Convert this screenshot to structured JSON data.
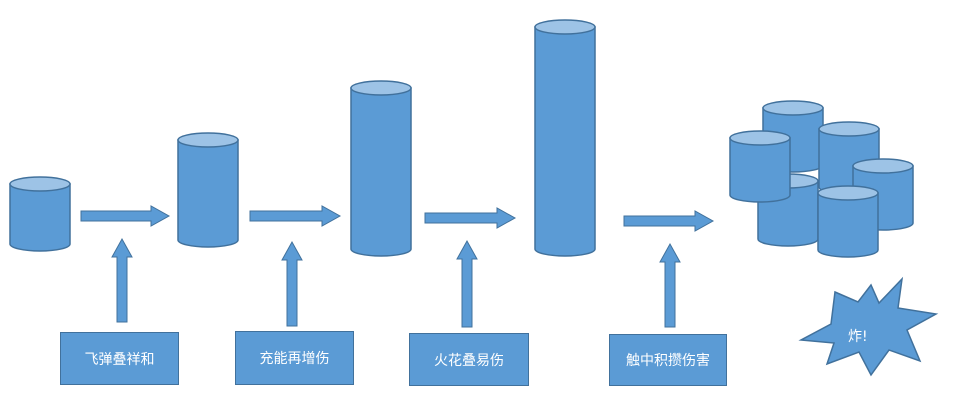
{
  "labels": {
    "step1": "飞弹叠祥和",
    "step2": "充能再增伤",
    "step3": "火花叠易伤",
    "step4": "触中积攒伤害"
  },
  "burst": {
    "text": "炸!"
  },
  "colors": {
    "fill": "#5b9bd5",
    "fill_top": "#9dc3e6",
    "stroke": "#41719c"
  }
}
